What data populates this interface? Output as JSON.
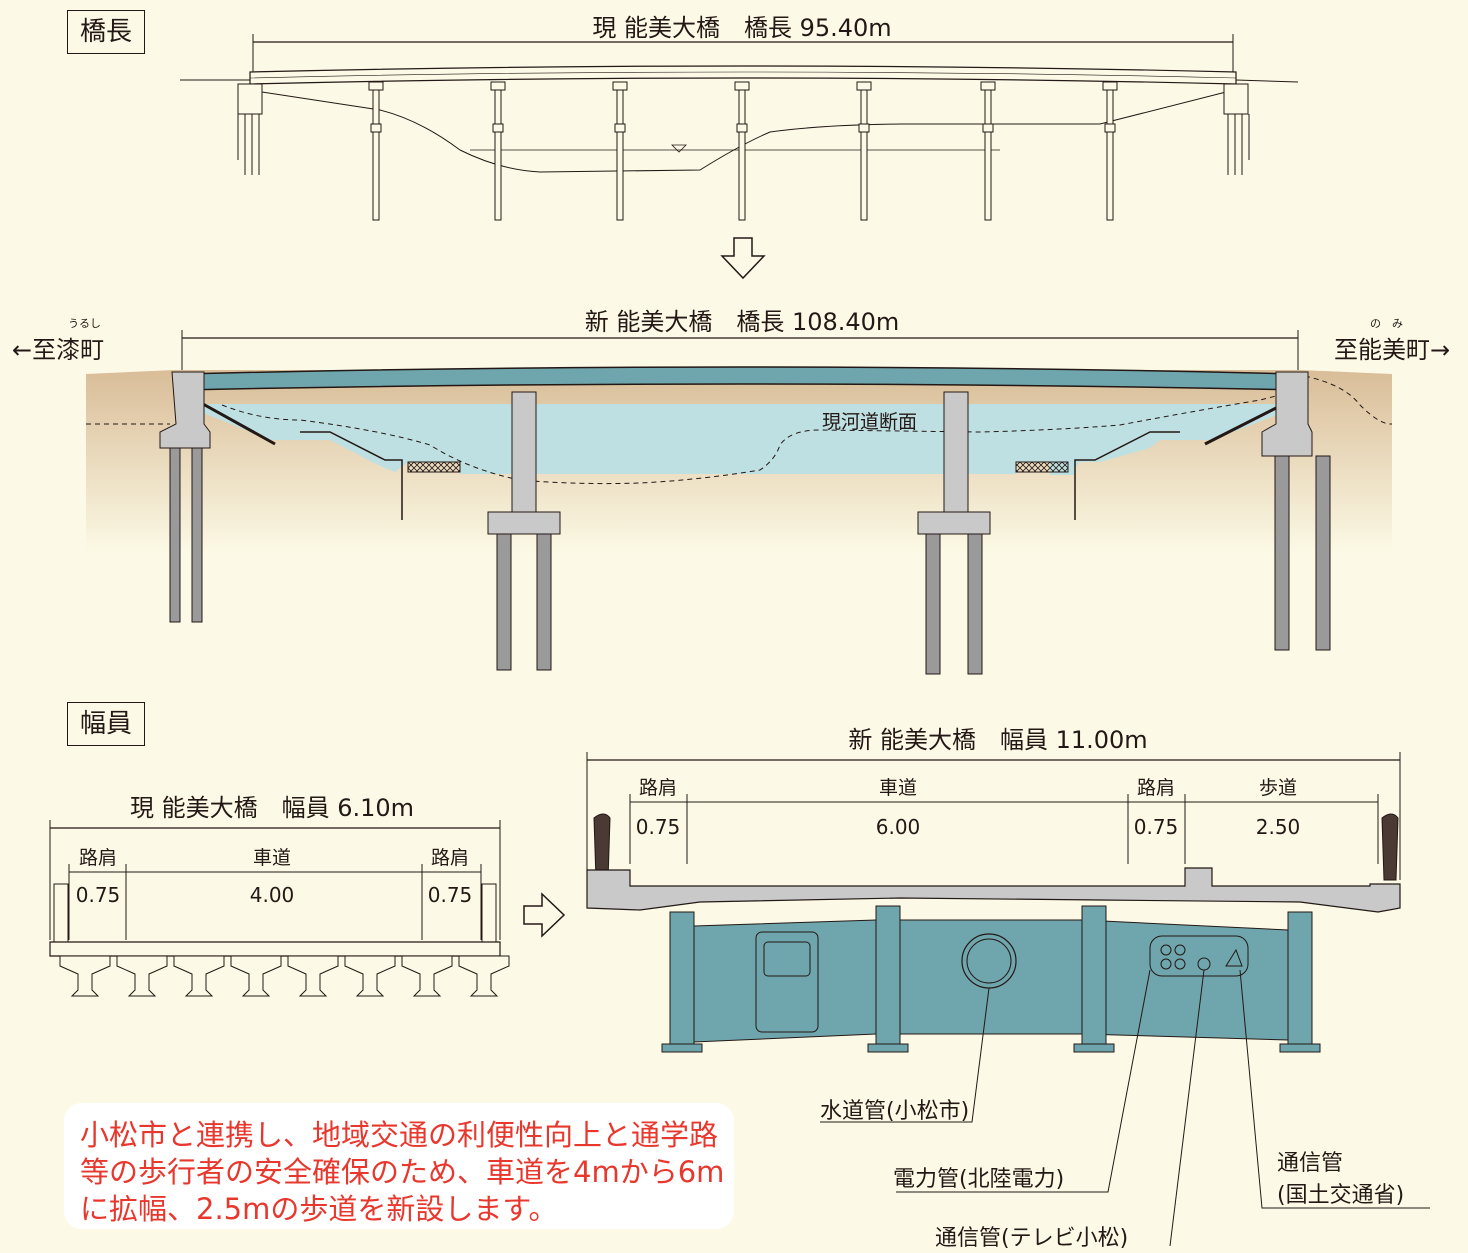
{
  "section_labels": {
    "length": "橋長",
    "width": "幅員"
  },
  "current_bridge": {
    "length_title": "現 能美大橋　橋長 95.40m"
  },
  "new_bridge": {
    "length_title": "新 能美大橋　橋長 108.40m",
    "river_section_label": "現河道断面",
    "left_destination": "←至漆町",
    "left_ruby": "うるし",
    "right_destination": "至能美町→",
    "right_ruby": "の　み"
  },
  "current_width": {
    "title": "現 能美大橋　幅員 6.10m",
    "parts": [
      {
        "label": "路肩",
        "value": "0.75"
      },
      {
        "label": "車道",
        "value": "4.00"
      },
      {
        "label": "路肩",
        "value": "0.75"
      }
    ]
  },
  "new_width": {
    "title": "新 能美大橋　幅員 11.00m",
    "parts": [
      {
        "label": "路肩",
        "value": "0.75"
      },
      {
        "label": "車道",
        "value": "6.00"
      },
      {
        "label": "路肩",
        "value": "0.75"
      },
      {
        "label": "歩道",
        "value": "2.50"
      }
    ]
  },
  "utilities": {
    "water": "水道管(小松市)",
    "power": "電力管(北陸電力)",
    "telecom_tv": "通信管(テレビ小松)",
    "telecom_mlit_line1": "通信管",
    "telecom_mlit_line2": "(国土交通省)"
  },
  "note": {
    "line1": "小松市と連携し、地域交通の利便性向上と通学路",
    "line2": "等の歩行者の安全確保のため、車道を4mから6m",
    "line3": "に拡幅、2.5mの歩道を新設します。"
  },
  "colors": {
    "background": "#fcfae6",
    "soil": "#e2c9a8",
    "water": "#bfe0e3",
    "girder": "#6fa5ad",
    "note_text": "#e8382e"
  }
}
